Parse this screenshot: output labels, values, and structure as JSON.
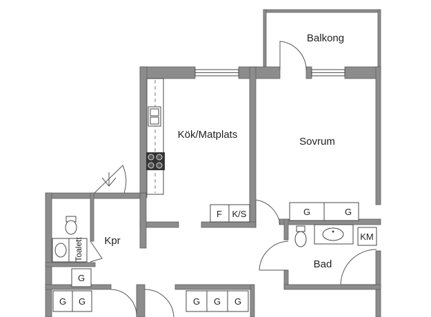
{
  "rooms": {
    "balcony": "Balkong",
    "kitchen": "Kök/Matplats",
    "bedroom": "Sovrum",
    "closet": "Kpr",
    "toilet": "Toalett",
    "bath": "Bad"
  },
  "fixtures": {
    "wardrobe": "G",
    "fridge": "F",
    "fridge_freezer": "K/S",
    "washer_dryer": "KM"
  },
  "colors": {
    "wall": "#8c8c8c",
    "line": "#444444"
  }
}
